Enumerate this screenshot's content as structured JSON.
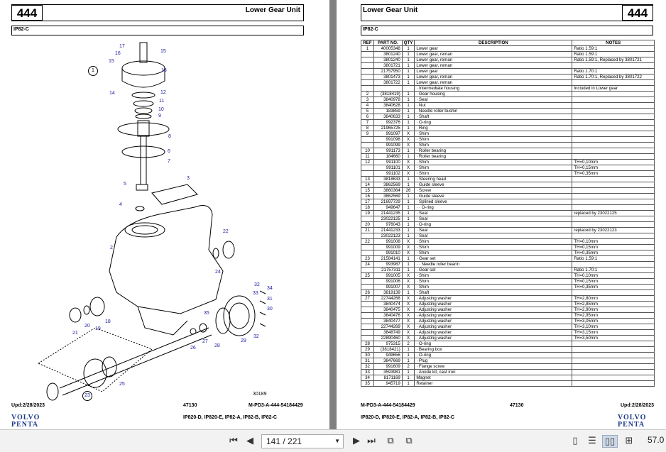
{
  "left_page": {
    "page_number": "444",
    "title": "Lower Gear Unit",
    "model": "IP82-C",
    "drawing_ref": "30189",
    "footer_date": "Upd:2/28/2023",
    "footer_code": "47130",
    "footer_doc": "M-PD3-A-444-54184429",
    "footer_models": "IP820-D, IP820-E, IP82-A, IP82-B, IP82-C",
    "logo_line1": "VOLVO",
    "logo_line2": "PENTA",
    "callouts": [
      "17",
      "16",
      "15",
      "15",
      "1",
      "13",
      "14",
      "12",
      "11",
      "10",
      "9",
      "8",
      "6",
      "7",
      "3",
      "5",
      "4",
      "2",
      "22",
      "24",
      "21",
      "20",
      "19",
      "18",
      "35",
      "26",
      "27",
      "28",
      "29",
      "32",
      "32",
      "33",
      "34",
      "31",
      "30",
      "25",
      "23"
    ]
  },
  "right_page": {
    "title": "Lower Gear Unit",
    "page_number": "444",
    "model": "IP82-C",
    "columns": [
      "REF",
      "PART NO.",
      "QTY",
      "DESCRIPTION",
      "NOTES"
    ],
    "rows": [
      [
        "1",
        "40005348",
        "1",
        "Lower gear",
        "Ratio 1.59:1"
      ],
      [
        "",
        "3801240",
        "1",
        "Lower gear, reman",
        "Ratio 1.59:1"
      ],
      [
        "",
        "3801240",
        "1",
        "Lower gear, reman",
        "Ratio 1.59:1, Replaced by 3801721"
      ],
      [
        "",
        "3801721",
        "1",
        "Lower gear, reman",
        ""
      ],
      [
        "",
        "21757950",
        "1",
        "Lower gear",
        "Ratio 1.70:1"
      ],
      [
        "",
        "3801473",
        "1",
        "Lower gear, reman",
        "Ratio 1.70:1, Replaced by 3801722"
      ],
      [
        "",
        "3801722",
        "1",
        "Lower gear, reman",
        ""
      ],
      [
        "",
        "",
        "",
        "· Intermediate housing",
        "Included in Lower gear"
      ],
      [
        "2",
        "(3818419)",
        "1",
        "· Gear housing",
        ""
      ],
      [
        "3",
        "3840978",
        "1",
        "· Seal",
        ""
      ],
      [
        "4",
        "3840628",
        "1",
        "· Nut",
        ""
      ],
      [
        "5",
        "183859",
        "1",
        "· Needle roller bushin",
        ""
      ],
      [
        "6",
        "3840633",
        "1",
        "· Shaft",
        ""
      ],
      [
        "7",
        "992376",
        "1",
        "· O-ring",
        ""
      ],
      [
        "8",
        "21965725",
        "1",
        "· Ring",
        ""
      ],
      [
        "9",
        "991097",
        "X",
        "· Shim",
        ""
      ],
      [
        "",
        "991098",
        "X",
        "· Shim",
        ""
      ],
      [
        "",
        "991099",
        "X",
        "· Shim",
        ""
      ],
      [
        "10",
        "991173",
        "1",
        "· Roller bearing",
        ""
      ],
      [
        "11",
        "184660",
        "1",
        "· Roller bearing",
        ""
      ],
      [
        "12",
        "991100",
        "X",
        "· Shim",
        "TH=0,10mm"
      ],
      [
        "",
        "991101",
        "X",
        "· Shim",
        "TH=0,15mm"
      ],
      [
        "",
        "991102",
        "X",
        "· Shim",
        "TH=0,35mm"
      ],
      [
        "13",
        "3818633",
        "1",
        "· Steering head",
        ""
      ],
      [
        "14",
        "3862569",
        "1",
        "· Guide sleeve",
        ""
      ],
      [
        "15",
        "3860364",
        "26",
        "· Screw",
        ""
      ],
      [
        "16",
        "3862569",
        "1",
        "· Guide sleeve",
        ""
      ],
      [
        "17",
        "21697729",
        "1",
        "· Splined sleeve",
        ""
      ],
      [
        "18",
        "949647",
        "1",
        "· · O-ring",
        ""
      ],
      [
        "19",
        "21441235",
        "1",
        "· Seal",
        "replaced by 23022125"
      ],
      [
        "",
        "23022125",
        "1",
        "· Seal",
        ""
      ],
      [
        "20",
        "976043",
        "1",
        "· O-ring",
        ""
      ],
      [
        "21",
        "21441233",
        "1",
        "· Seal",
        "replaced by 23022123"
      ],
      [
        "",
        "23022123",
        "1",
        "· Seal",
        ""
      ],
      [
        "22",
        "991008",
        "X",
        "· Shim",
        "TH=0,10mm"
      ],
      [
        "",
        "991009",
        "X",
        "· Shim",
        "TH=0,15mm"
      ],
      [
        "",
        "991010",
        "X",
        "· Shim",
        "TH=0,35mm"
      ],
      [
        "23",
        "21584141",
        "1",
        "· Gear set",
        "Ratio 1.59:1"
      ],
      [
        "24",
        "993987",
        "1",
        "· · Needle roller bearin",
        ""
      ],
      [
        "",
        "21757311",
        "1",
        "· Gear set",
        "Ratio 1.70:1"
      ],
      [
        "25",
        "991005",
        "X",
        "· Shim",
        "TH=0,10mm"
      ],
      [
        "",
        "991006",
        "X",
        "· Shim",
        "TH=0,15mm"
      ],
      [
        "",
        "991007",
        "X",
        "· Shim",
        "TH=0,35mm"
      ],
      [
        "26",
        "3819139",
        "1",
        "· Shaft",
        ""
      ],
      [
        "27",
        "22744268",
        "X",
        "· Adjusting washer",
        "TH=2,80mm"
      ],
      [
        "",
        "3840474",
        "X",
        "· Adjusting washer",
        "TH=2,85mm"
      ],
      [
        "",
        "3840475",
        "X",
        "· Adjusting washer",
        "TH=2,90mm"
      ],
      [
        "",
        "3840476",
        "X",
        "· Adjusting washer",
        "TH=2,95mm"
      ],
      [
        "",
        "3840477",
        "X",
        "· Adjusting washer",
        "TH=3,05mm"
      ],
      [
        "",
        "22744269",
        "X",
        "· Adjusting washer",
        "TH=3,10mm"
      ],
      [
        "",
        "3848749",
        "X",
        "· Adjusting washer",
        "TH=3,15mm"
      ],
      [
        "",
        "22890460",
        "X",
        "· Adjusting washer",
        "TH=3,50mm"
      ],
      [
        "28",
        "975315",
        "2",
        "· O-ring",
        ""
      ],
      [
        "29",
        "(3818421)",
        "1",
        "· Bearing box",
        ""
      ],
      [
        "30",
        "949656",
        "1",
        "· O-ring",
        ""
      ],
      [
        "31",
        "3847669",
        "1",
        "· Plug",
        ""
      ],
      [
        "32",
        "991609",
        "2",
        "· Flange screw",
        ""
      ],
      [
        "33",
        "3593981",
        "1",
        "· Anode kit, cast iron",
        ""
      ],
      [
        "34",
        "8171169",
        "1",
        "Magnet",
        ""
      ],
      [
        "35",
        "945719",
        "1",
        "Retainer",
        ""
      ]
    ],
    "footer_doc": "M-PD3-A-444-54184429",
    "footer_code": "47130",
    "footer_date": "Upd:2/28/2023",
    "footer_models": "IP820-D, IP820-E, IP82-A, IP82-B, IP82-C",
    "logo_line1": "VOLVO",
    "logo_line2": "PENTA"
  },
  "toolbar": {
    "page_indicator": "141 / 221",
    "zoom": "57.0"
  }
}
